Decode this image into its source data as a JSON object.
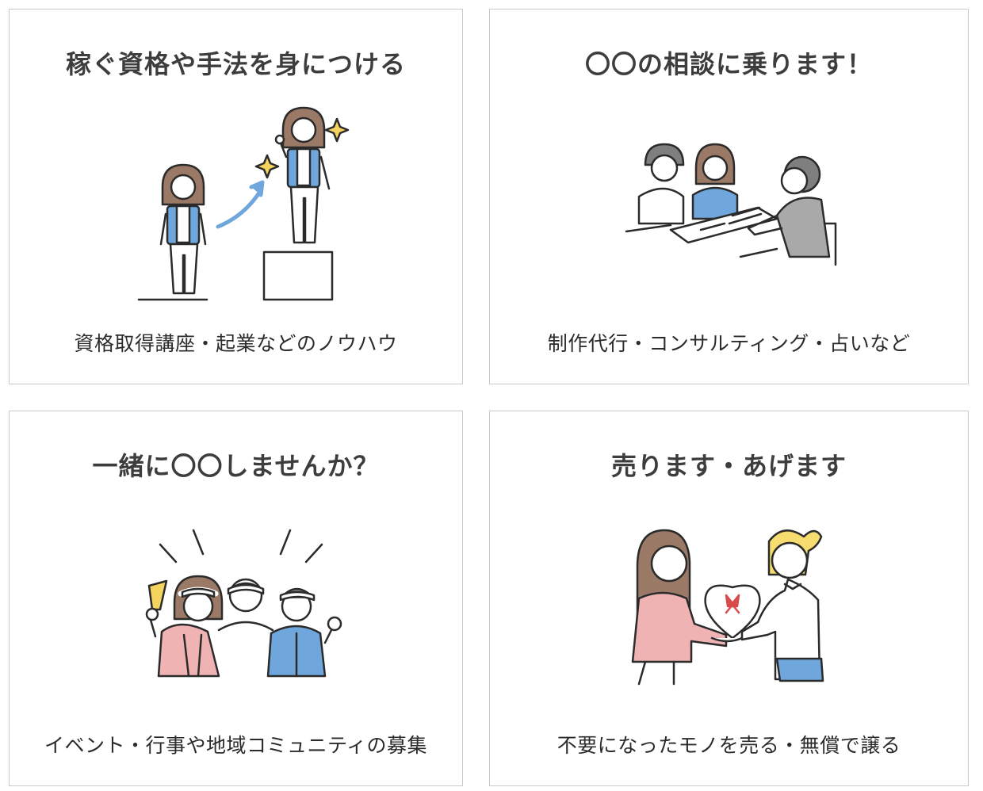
{
  "cards": [
    {
      "title": "稼ぐ資格や手法を身につける",
      "caption": "資格取得講座・起業などのノウハウ",
      "illustration_icon": "level-up-person-icon"
    },
    {
      "title": "〇〇の相談に乗ります！",
      "caption": "制作代行・コンサルティング・占いなど",
      "illustration_icon": "consultation-meeting-icon"
    },
    {
      "title": "一緒に〇〇しませんか？",
      "caption": "イベント・行事や地域コミュニティの募集",
      "illustration_icon": "cheering-group-icon"
    },
    {
      "title": "売ります・あげます",
      "caption": "不要になったモノを売る・無償で譲る",
      "illustration_icon": "gift-handover-icon"
    }
  ],
  "colors": {
    "border": "#c9c9c9",
    "title_text": "#3d3d3d",
    "caption_text": "#2b2b2b",
    "accent_blue": "#6fa7dd",
    "accent_pink": "#f0b3b3",
    "hair_brown": "#9a7a66",
    "hair_gray": "#7f7f7f",
    "hair_blonde": "#f7dc6f",
    "ribbon_red": "#d94a4a",
    "sparkle_yellow": "#f4d35e"
  }
}
